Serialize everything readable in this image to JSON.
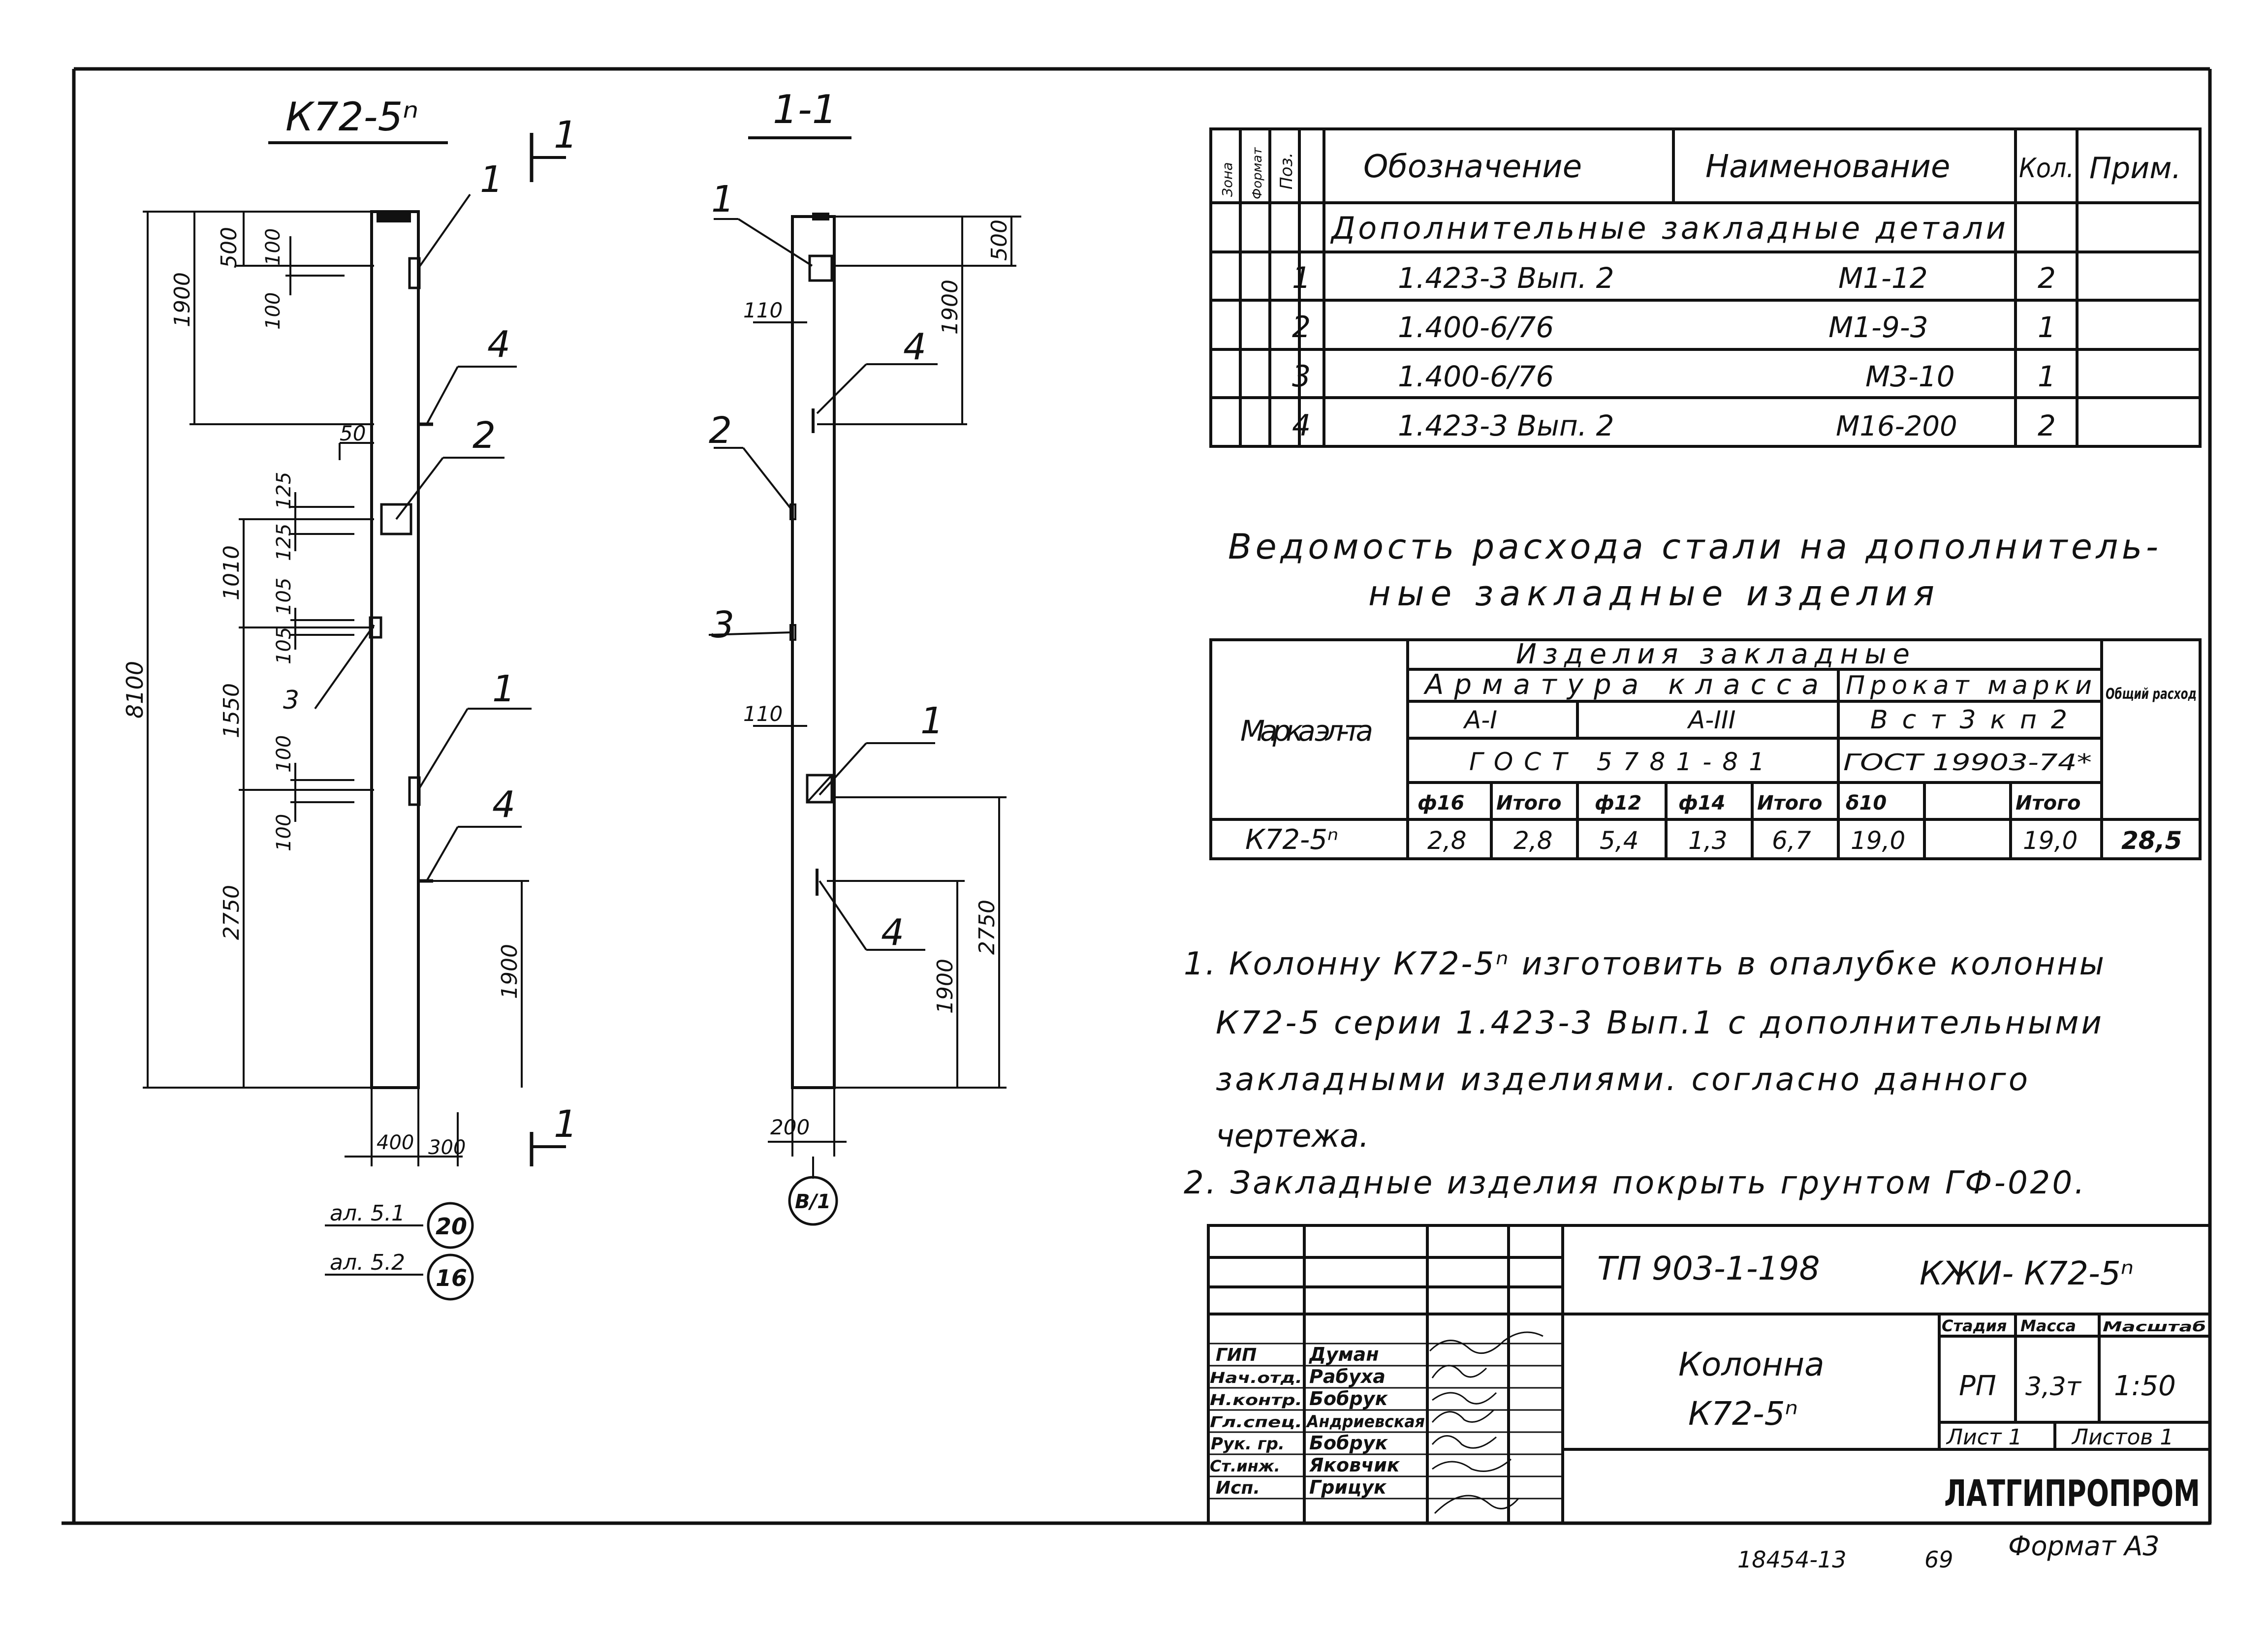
{
  "views": {
    "left_title": "К72-5ⁿ",
    "right_title": "1-1",
    "section_mark": "1"
  },
  "left_view": {
    "dims": {
      "d500": "500",
      "d1900": "1900",
      "d100a": "100",
      "d100b": "100",
      "d50": "50",
      "d125a": "125",
      "d125b": "125",
      "d1010": "1010",
      "d105a": "105",
      "d105b": "105",
      "d1550": "1550",
      "d100c": "100",
      "d100d": "100",
      "d8100": "8100",
      "d2750": "2750",
      "d1900b": "1900",
      "d400": "400",
      "d300": "300"
    },
    "pos": {
      "p1a": "1",
      "p4a": "4",
      "p2": "2",
      "p3": "3",
      "p1b": "1",
      "p4b": "4"
    },
    "sheet_refs": [
      {
        "label": "ал. 5.1",
        "num": "20"
      },
      {
        "label": "ал. 5.2",
        "num": "16"
      }
    ]
  },
  "right_view": {
    "dims": {
      "d500": "500",
      "d110a": "110",
      "d1900a": "1900",
      "d110b": "110",
      "d2750": "2750",
      "d1900b": "1900",
      "d200": "200"
    },
    "pos": {
      "p1a": "1",
      "p4a": "4",
      "p2": "2",
      "p3": "3",
      "p1b": "1",
      "p4b": "4"
    },
    "axis_mark": "В/1"
  },
  "spec_table": {
    "headers": {
      "zone": "Зона",
      "format": "Формат",
      "pos": "Поз.",
      "designation": "Обозначение",
      "name": "Наименование",
      "qty": "Кол.",
      "note": "Прим."
    },
    "section": "Дополнительные закладные детали",
    "rows": [
      {
        "pos": "1",
        "designation": "1.423-3 Вып. 2",
        "name": "М1-12",
        "qty": "2"
      },
      {
        "pos": "2",
        "designation": "1.400-6/76",
        "name": "М1-9-3",
        "qty": "1"
      },
      {
        "pos": "3",
        "designation": "1.400-6/76",
        "name": "М3-10",
        "qty": "1"
      },
      {
        "pos": "4",
        "designation": "1.423-3 Вып. 2",
        "name": "М16-200",
        "qty": "2"
      }
    ]
  },
  "steel_title": {
    "line1": "Ведомость расхода стали на дополнитель-",
    "line2": "ные закладные изделия"
  },
  "steel_table": {
    "h_mark": "Марка эл-та",
    "h_items": "Изделия закладные",
    "h_rebar": "Арматура класса",
    "h_rolled": "Прокат марки",
    "h_total": "Общий расход",
    "h_ai": "А-I",
    "h_aiii": "А-III",
    "h_steel": "Вст3кп2",
    "h_gost1": "ГОСТ 5781-81",
    "h_gost2": "ГОСТ 19903-74*",
    "cols": [
      "ф16",
      "Итого",
      "ф12",
      "ф14",
      "Итого",
      "δ10",
      "",
      "Итого"
    ],
    "row": {
      "mark": "К72-5ⁿ",
      "v": [
        "2,8",
        "2,8",
        "5,4",
        "1,3",
        "6,7",
        "19,0",
        "",
        "19,0"
      ],
      "total": "28,5"
    }
  },
  "notes": [
    "1. Колонну К72-5ⁿ изготовить в опалубке колонны",
    "К72-5 серии 1.423-3 Вып.1 с дополнительными",
    "закладными изделиями. согласно данного",
    "чертежа.",
    "2. Закладные изделия покрыть грунтом ГФ-020."
  ],
  "stamp": {
    "code": "ТП 903-1-198",
    "doc": "КЖИ- К72-5ⁿ",
    "title_line1": "Колонна",
    "title_line2": "К72-5ⁿ",
    "stage_h": "Стадия",
    "mass_h": "Масса",
    "scale_h": "Масштаб",
    "stage": "РП",
    "mass": "3,3т",
    "scale": "1:50",
    "sheet": "Лист 1",
    "sheets": "Листов 1",
    "org": "ЛАТГИПРОПРОМ",
    "roles": [
      {
        "role": "ГИП",
        "name": "Думан"
      },
      {
        "role": "Нач.отд.",
        "name": "Рабуха"
      },
      {
        "role": "Н.контр.",
        "name": "Бобрук"
      },
      {
        "role": "Гл.спец.",
        "name": "Андриевская"
      },
      {
        "role": "Рук. гр.",
        "name": "Бобрук"
      },
      {
        "role": "Ст.инж.",
        "name": "Яковчик"
      },
      {
        "role": "Исп.",
        "name": "Грицук"
      }
    ]
  },
  "footer": {
    "inv": "18454-13",
    "page": "69",
    "format": "Формат А3"
  }
}
